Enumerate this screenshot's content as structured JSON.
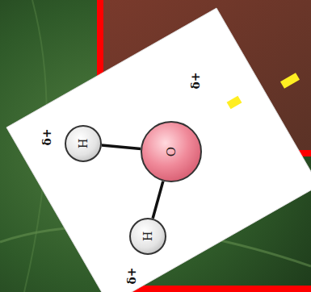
{
  "diagram": {
    "nodes": [
      {
        "text": [
          "O"
        ]
      },
      {
        "text": [
          "H"
        ]
      },
      {
        "text": [
          "H"
        ]
      }
    ],
    "edges": [
      {
        "from": 0,
        "to": 1,
        "arrow": "none"
      },
      {
        "from": 0,
        "to": 2,
        "arrow": "none"
      }
    ],
    "labels": [
      "δ+",
      "δ+",
      "δ+"
    ]
  }
}
